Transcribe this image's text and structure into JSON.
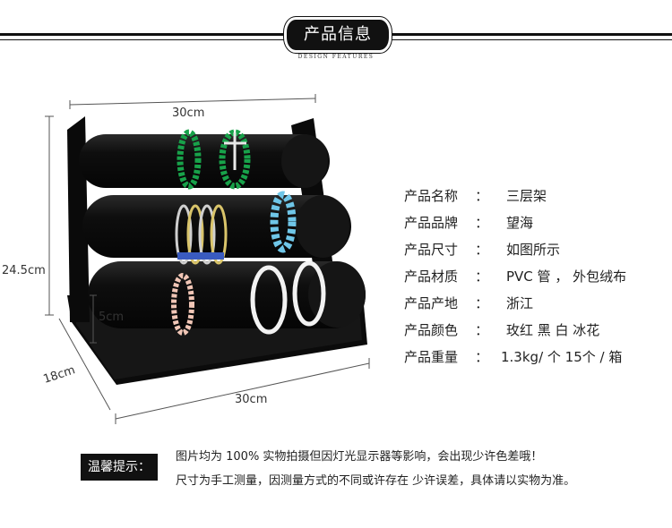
{
  "header": {
    "title": "产品信息",
    "subtitle": "DESIGN FEATURES"
  },
  "dimensions": {
    "top_width": "30cm",
    "height": "24.5cm",
    "bottom_gap": "5cm",
    "depth": "18cm",
    "bottom_width": "30cm"
  },
  "specs": [
    {
      "label": "产品名称",
      "colon": "：",
      "value": "三层架"
    },
    {
      "label": "产品品牌",
      "colon": "：",
      "value": "望海"
    },
    {
      "label": "产品尺寸",
      "colon": "：",
      "value": "如图所示"
    },
    {
      "label": "产品材质",
      "colon": "：",
      "value": "PVC 管 ， 外包绒布"
    },
    {
      "label": "产品产地",
      "colon": "：",
      "value": "浙江"
    },
    {
      "label": "产品颜色",
      "colon": "：",
      "value": "玫红 黑  白 冰花"
    },
    {
      "label": "产品重量",
      "colon": "：",
      "value": "1.3kg/ 个   15个 / 箱"
    }
  ],
  "note": {
    "badge": "温馨提示：",
    "line1": "图片均为 100% 实物拍摄但因灯光显示器等影响，会出现少许色差哦！",
    "line2": "尺寸为手工测量，因测量方式的不同或许存在 少许误差，具体请以实物为准。"
  }
}
